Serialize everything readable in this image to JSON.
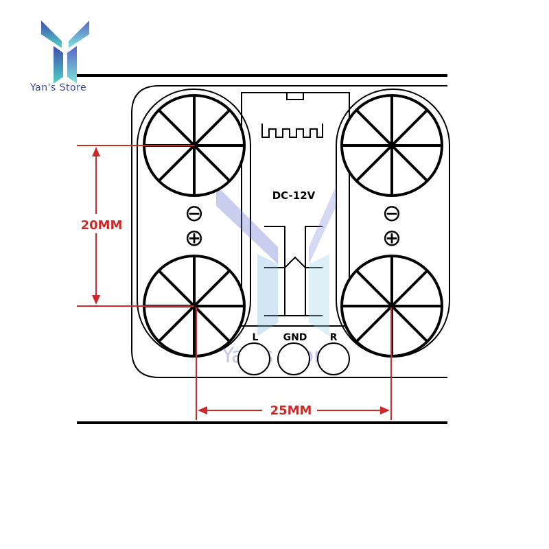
{
  "store": {
    "name": "Yan's Store",
    "watermark": "Yan's Store"
  },
  "board": {
    "voltage_label": "DC-12V",
    "terminals": {
      "left": "L",
      "ground": "GND",
      "right": "R"
    },
    "polarity": {
      "minus": "⊖",
      "plus": "⊕"
    }
  },
  "dimensions": {
    "vertical": "20MM",
    "horizontal": "25MM"
  },
  "colors": {
    "dimension_line": "#cc2a2a",
    "logo_blue": "#3f4bb0",
    "logo_teal": "#4fd3c4",
    "board_outline": "#000000"
  }
}
